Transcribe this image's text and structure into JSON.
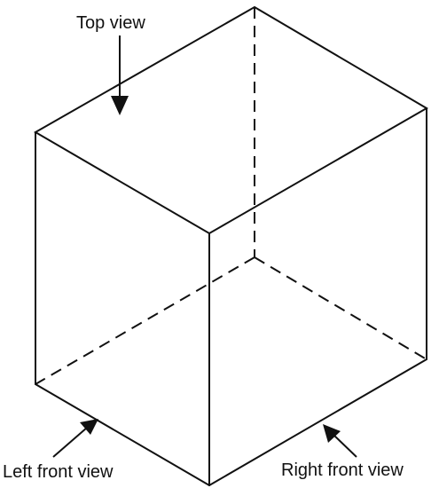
{
  "labels": {
    "top_view": "Top view",
    "left_front_view": "Left front view",
    "right_front_view": "Right front view"
  },
  "colors": {
    "line": "#111111",
    "background": "#ffffff"
  }
}
